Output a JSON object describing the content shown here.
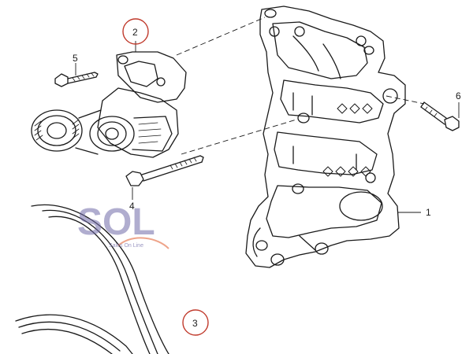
{
  "diagram": {
    "callouts": [
      {
        "id": "1",
        "label": "1"
      },
      {
        "id": "2",
        "label": "2"
      },
      {
        "id": "3",
        "label": "3"
      },
      {
        "id": "4",
        "label": "4"
      },
      {
        "id": "5",
        "label": "5"
      },
      {
        "id": "6",
        "label": "6"
      }
    ],
    "highlighted_callouts": [
      "2",
      "3"
    ],
    "highlight_color": "#c0392b"
  },
  "watermark": {
    "brand": "SOL",
    "tagline": "Sales On Line",
    "colors": {
      "primary": "#6f6aa8",
      "accent": "#e05a2a",
      "light": "#b7b3d6"
    }
  }
}
